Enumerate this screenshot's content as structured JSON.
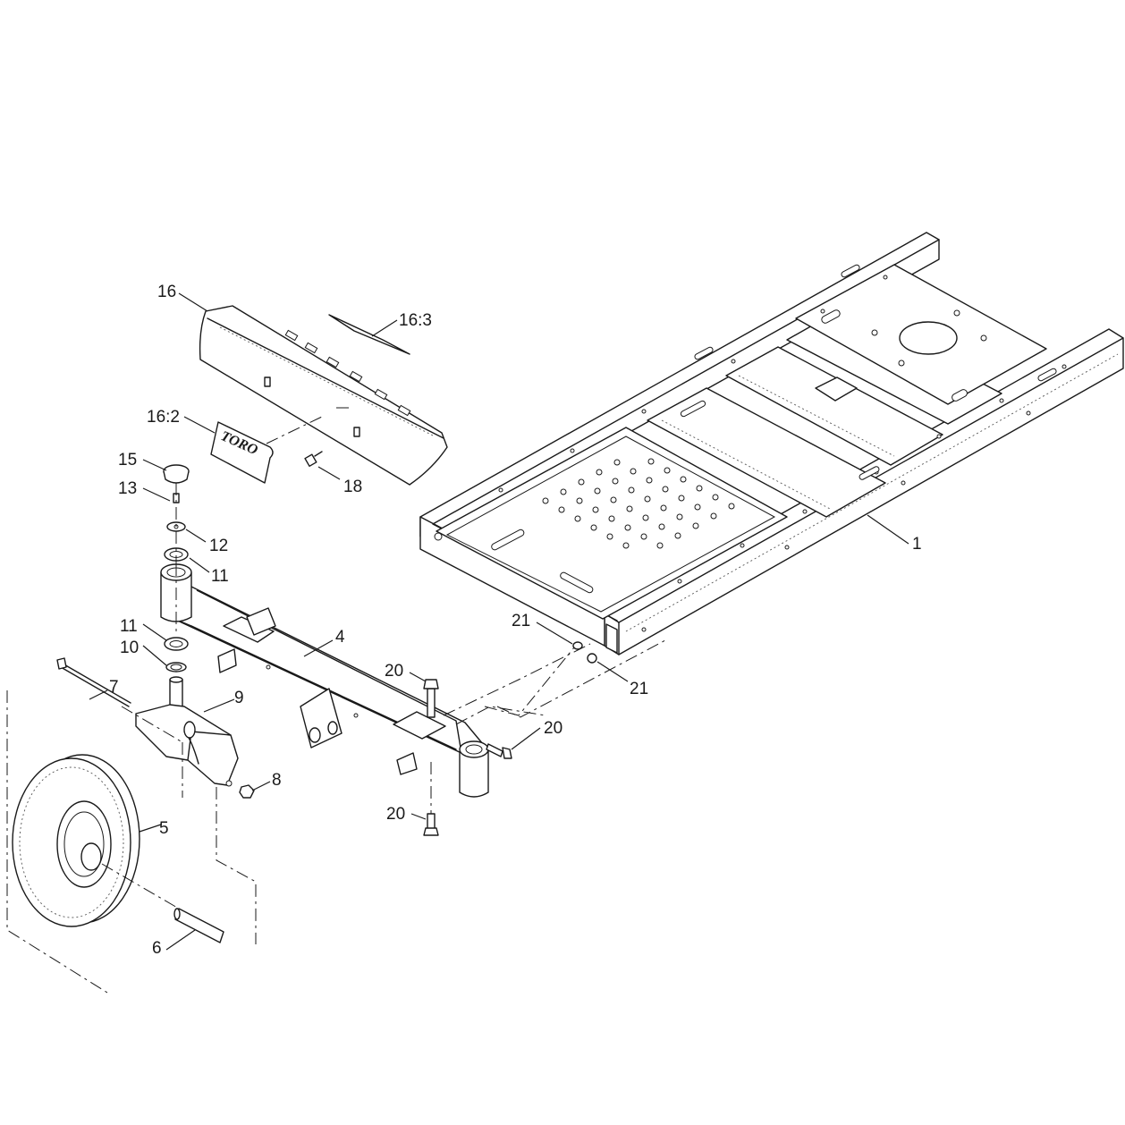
{
  "callouts": [
    {
      "id": "c1",
      "text": "1"
    },
    {
      "id": "c4",
      "text": "4"
    },
    {
      "id": "c5",
      "text": "5"
    },
    {
      "id": "c6",
      "text": "6"
    },
    {
      "id": "c7",
      "text": "7"
    },
    {
      "id": "c8",
      "text": "8"
    },
    {
      "id": "c9",
      "text": "9"
    },
    {
      "id": "c10",
      "text": "10"
    },
    {
      "id": "c11a",
      "text": "11"
    },
    {
      "id": "c11b",
      "text": "11"
    },
    {
      "id": "c12",
      "text": "12"
    },
    {
      "id": "c13",
      "text": "13"
    },
    {
      "id": "c15",
      "text": "15"
    },
    {
      "id": "c16",
      "text": "16"
    },
    {
      "id": "c16_2",
      "text": "16:2"
    },
    {
      "id": "c16_3",
      "text": "16:3"
    },
    {
      "id": "c18",
      "text": "18"
    },
    {
      "id": "c20a",
      "text": "20"
    },
    {
      "id": "c20b",
      "text": "20"
    },
    {
      "id": "c20c",
      "text": "20"
    },
    {
      "id": "c21a",
      "text": "21"
    },
    {
      "id": "c21b",
      "text": "21"
    }
  ],
  "decal_logo": "TORO"
}
